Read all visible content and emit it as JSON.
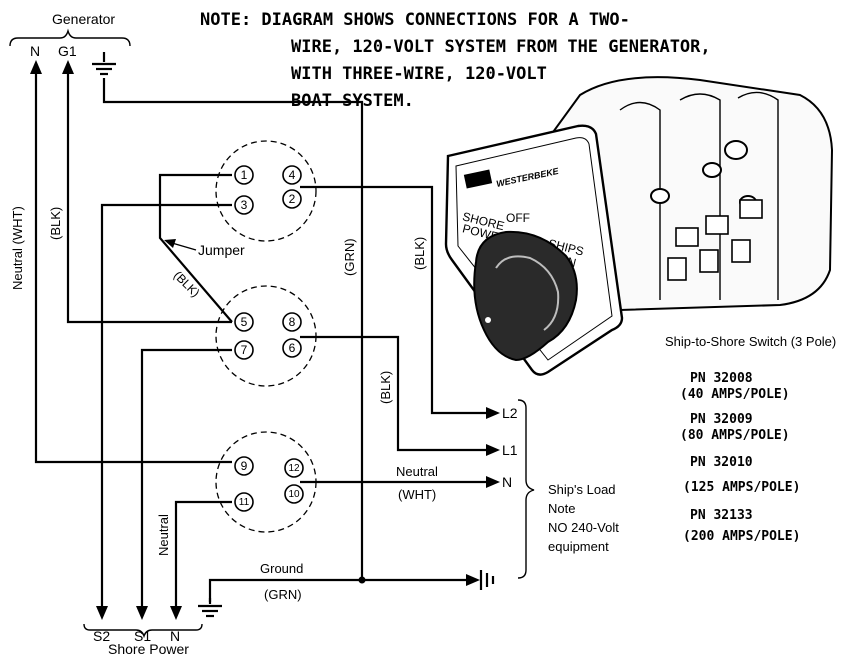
{
  "note": {
    "line1": "NOTE: DIAGRAM SHOWS CONNECTIONS FOR A TWO-",
    "line2": "WIRE, 120-VOLT SYSTEM FROM THE GENERATOR,",
    "line3": "WITH THREE-WIRE, 120-VOLT",
    "line4": "BOAT SYSTEM."
  },
  "generator": {
    "title": "Generator",
    "n": "N",
    "g1": "G1"
  },
  "shore": {
    "title": "Shore Power",
    "s2": "S2",
    "s1": "S1",
    "n": "N"
  },
  "wire_labels": {
    "neutral_wht": "Neutral (WHT)",
    "blk_left": "(BLK)",
    "grn_vertical": "(GRN)",
    "blk_upper": "(BLK)",
    "blk_lower": "(BLK)",
    "blk_jumper": "(BLK)",
    "jumper": "Jumper",
    "neutral_vertical": "Neutral",
    "neutral_right": "Neutral",
    "wht_right": "(WHT)",
    "ground": "Ground",
    "grn_bottom": "(GRN)"
  },
  "terminals": [
    "1",
    "2",
    "3",
    "4",
    "5",
    "6",
    "7",
    "8",
    "9",
    "10",
    "11",
    "12"
  ],
  "outputs": {
    "l2": "L2",
    "l1": "L1",
    "n": "N"
  },
  "load": {
    "line1": "Ship's Load",
    "line2": "Note",
    "line3": "NO 240-Volt",
    "line4": "equipment"
  },
  "switch": {
    "caption": "Ship-to-Shore Switch (3 Pole)",
    "brand": "WESTERBEKE",
    "shore_label_1": "SHORE",
    "shore_label_2": "POWER",
    "off_label": "OFF",
    "ships_label_1": "SHIPS",
    "ships_label_2": "GEN"
  },
  "parts": [
    {
      "pn": "PN 32008",
      "rating": "(40 AMPS/POLE)"
    },
    {
      "pn": "PN 32009",
      "rating": "(80 AMPS/POLE)"
    },
    {
      "pn": "PN 32010",
      "rating": "(125 AMPS/POLE)"
    },
    {
      "pn": "PN 32133",
      "rating": "(200 AMPS/POLE)"
    }
  ]
}
